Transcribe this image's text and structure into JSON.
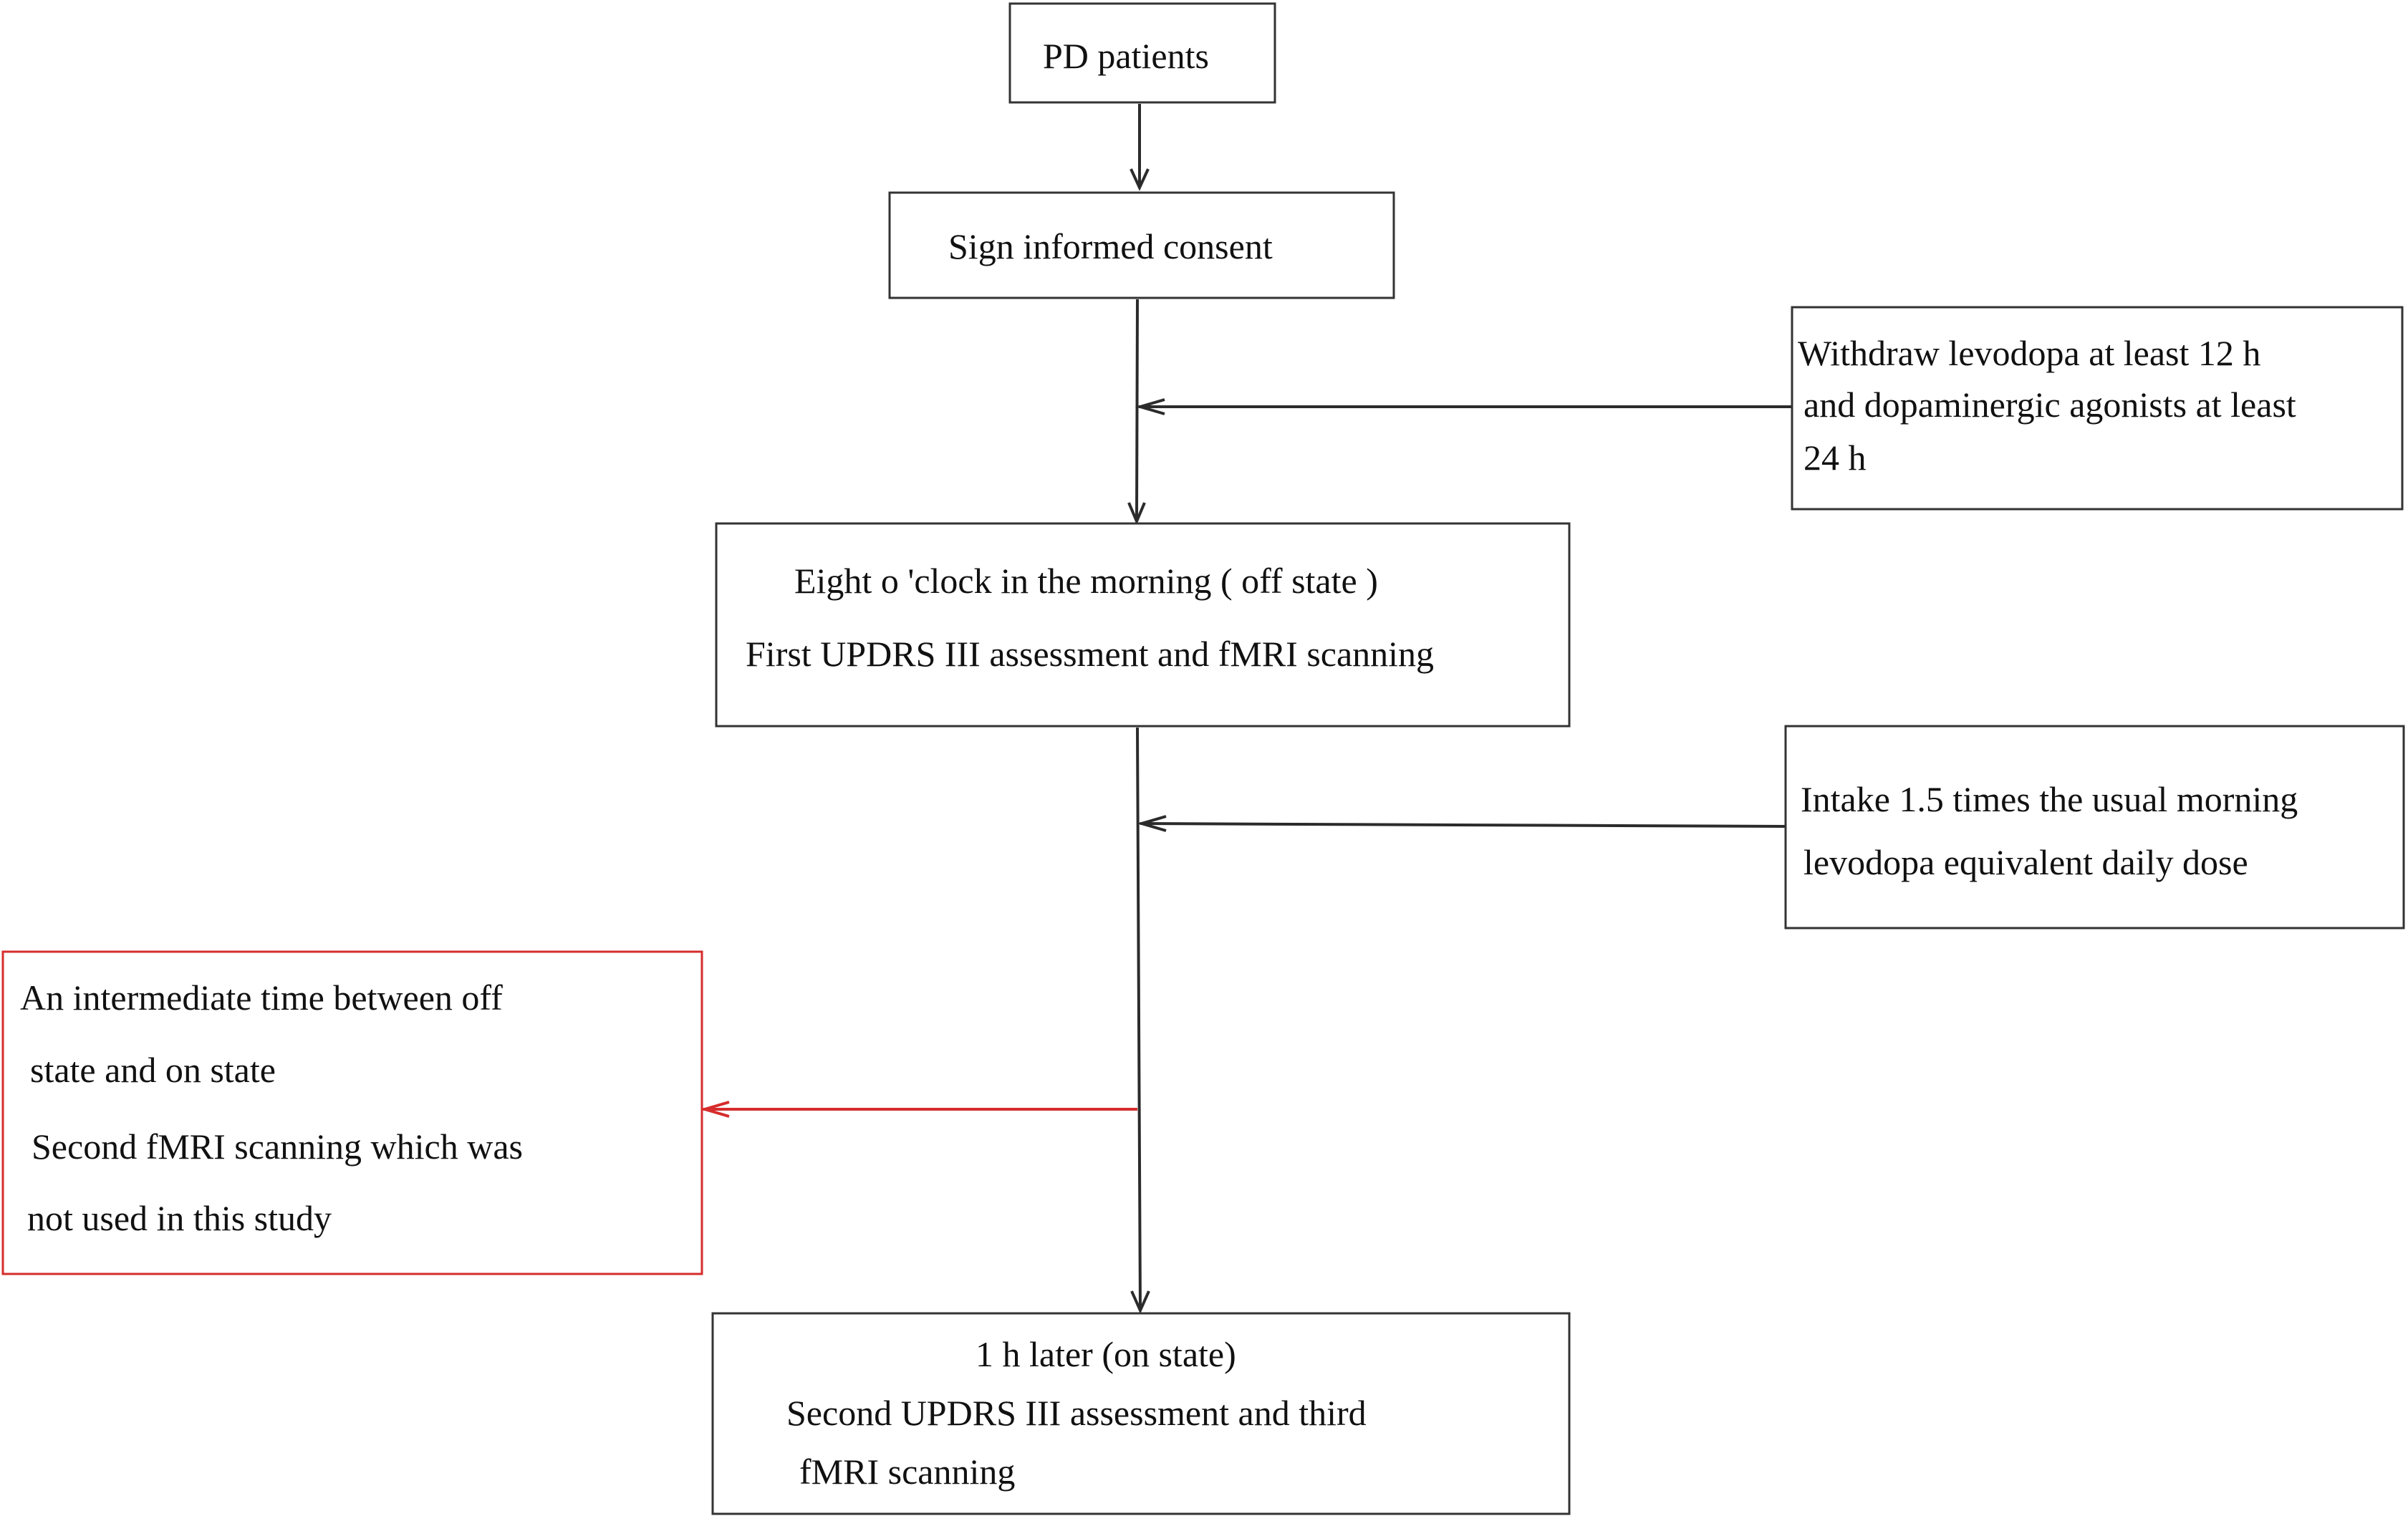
{
  "diagram": {
    "colors": {
      "line": "#2b2b2b",
      "box_border": "#333333",
      "highlight": "#d62c2c",
      "text": "#111111"
    },
    "nodes": {
      "pd_patients": {
        "lines": [
          "PD patients"
        ]
      },
      "consent": {
        "lines": [
          "Sign informed consent"
        ]
      },
      "withdraw": {
        "lines": [
          "Withdraw levodopa at least 12 h",
          "and dopaminergic agonists at least",
          "24 h"
        ]
      },
      "off_state": {
        "lines": [
          "Eight o 'clock in the morning ( off state )",
          "First UPDRS III assessment and fMRI scanning"
        ]
      },
      "intake": {
        "lines": [
          "Intake 1.5 times the usual morning",
          "levodopa equivalent daily dose"
        ]
      },
      "intermediate": {
        "lines": [
          "An intermediate time between off",
          "state and on state",
          "Second fMRI scanning which  was",
          "not used in this study"
        ]
      },
      "on_state": {
        "lines": [
          "1 h later (on state)",
          "Second UPDRS III assessment and third",
          "fMRI scanning"
        ]
      }
    }
  }
}
